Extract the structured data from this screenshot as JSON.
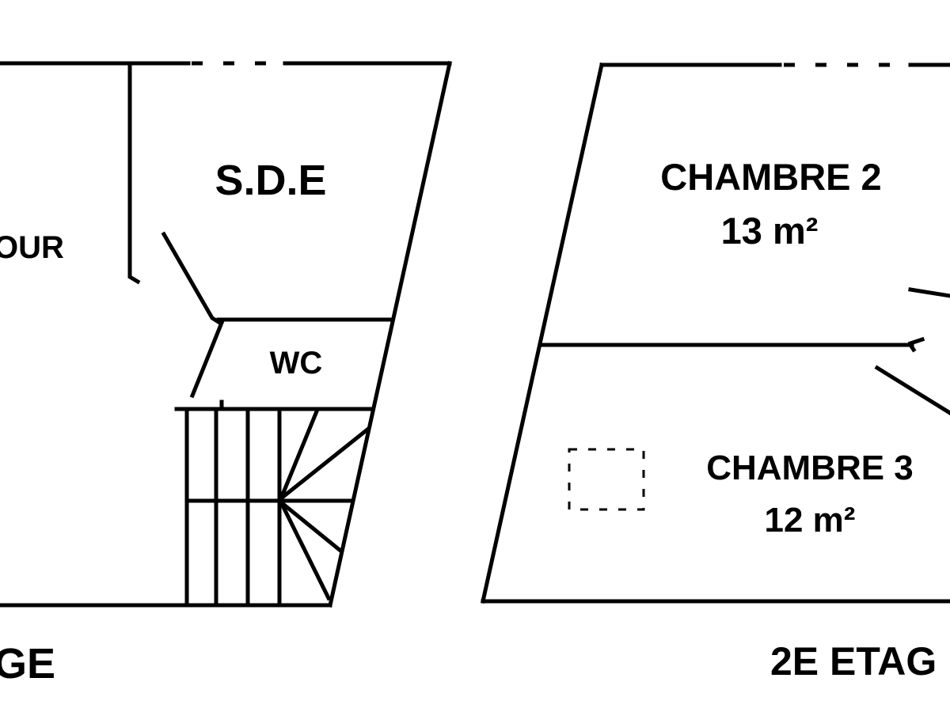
{
  "floor_left": {
    "rooms": {
      "sejour_partial": "OUR",
      "sde": "S.D.E",
      "wc": "WC"
    },
    "floor_label": "GE"
  },
  "floor_right": {
    "rooms": {
      "chambre2_name": "CHAMBRE 2",
      "chambre2_area": "13 m²",
      "chambre3_name": "CHAMBRE 3",
      "chambre3_area": "12 m²"
    },
    "floor_label": "2E ETAG"
  }
}
